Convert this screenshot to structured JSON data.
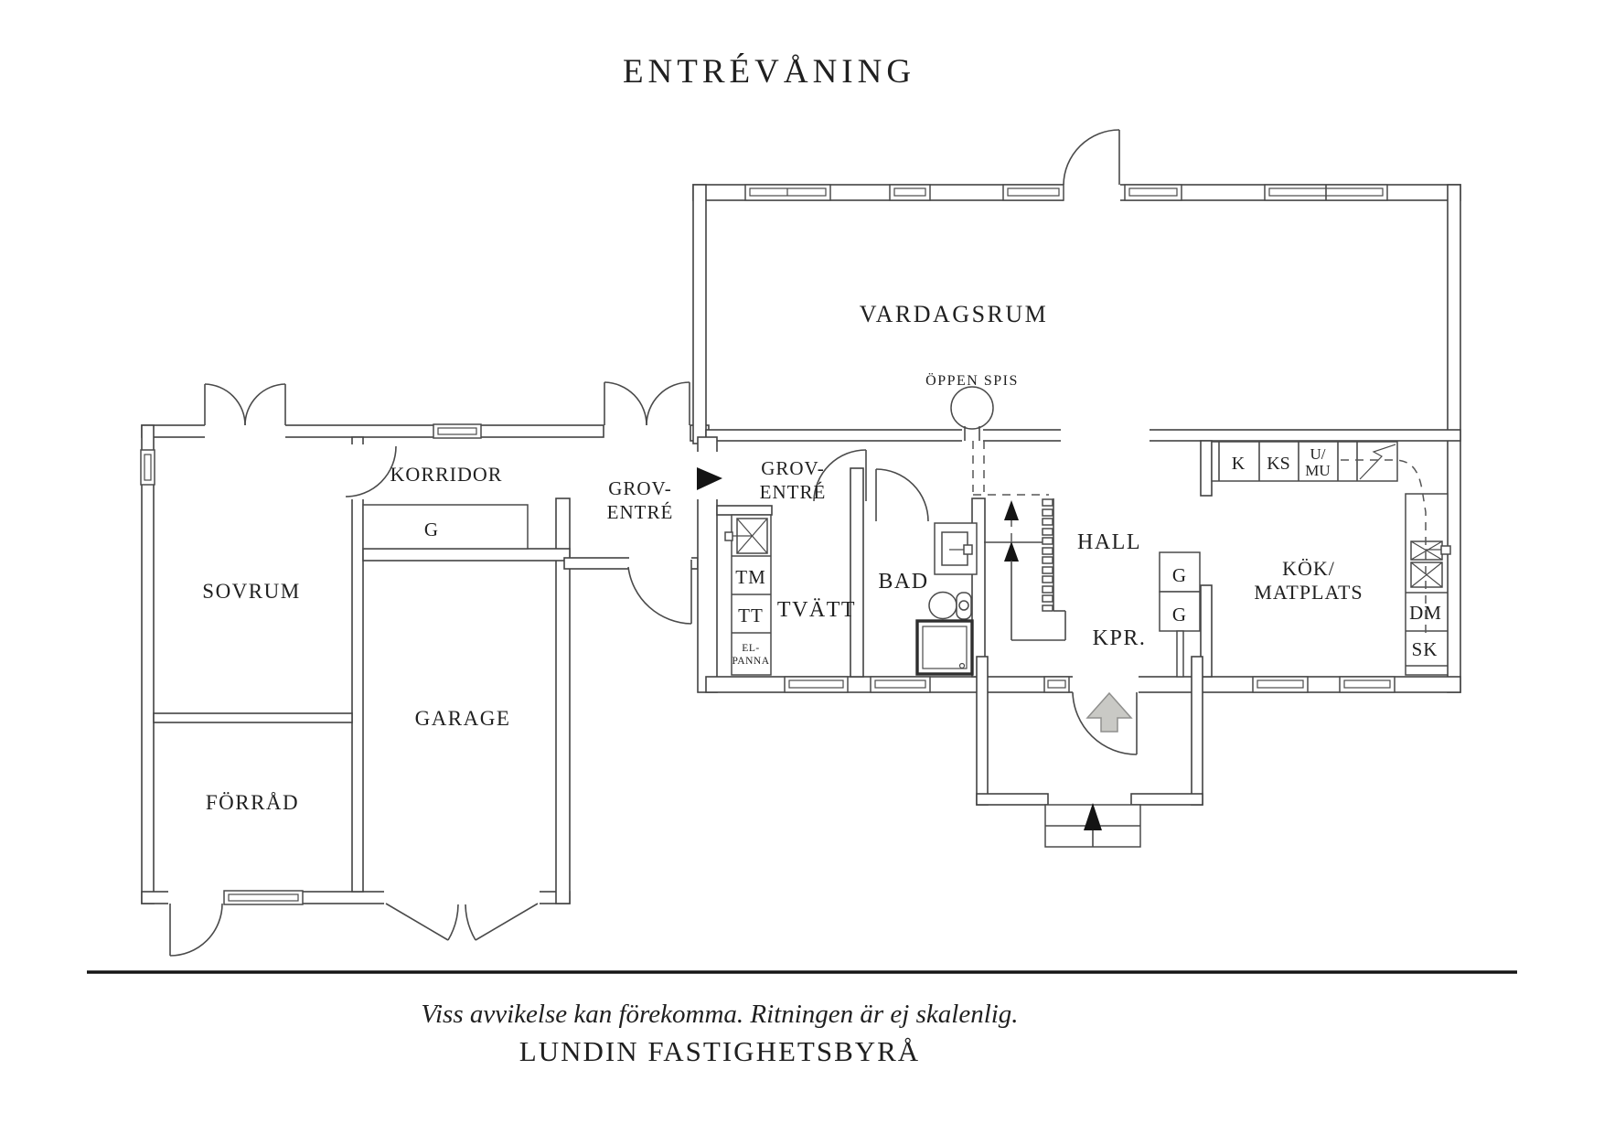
{
  "title": "ENTRÉVÅNING",
  "rooms": {
    "vardagsrum": "VARDAGSRUM",
    "korridor": "KORRIDOR",
    "sovrum": "SOVRUM",
    "forrad": "FÖRRÅD",
    "garage": "GARAGE",
    "groventre_line1": "GROV-",
    "groventre_line2": "ENTRÉ",
    "tvatt": "TVÄTT",
    "bad": "BAD",
    "hall": "HALL",
    "kpr": "KPR.",
    "kok_line1": "KÖK/",
    "kok_line2": "MATPLATS"
  },
  "labels": {
    "oppen_spis": "ÖPPEN SPIS",
    "g": "G",
    "tm": "TM",
    "tt": "TT",
    "elpanna_line1": "EL-",
    "elpanna_line2": "PANNA",
    "k": "K",
    "ks": "KS",
    "umu_line1": "U/",
    "umu_line2": "MU",
    "dm": "DM",
    "sk": "SK"
  },
  "footer": {
    "disclaimer": "Viss avvikelse kan förekomma. Ritningen är ej skalenlig.",
    "brand": "LUNDIN FASTIGHETSBYRÅ"
  },
  "colors": {
    "wall_line": "#434343",
    "text": "#1f1f1f",
    "entrance_arrow_fill": "#c9c9c5",
    "background": "#ffffff"
  }
}
